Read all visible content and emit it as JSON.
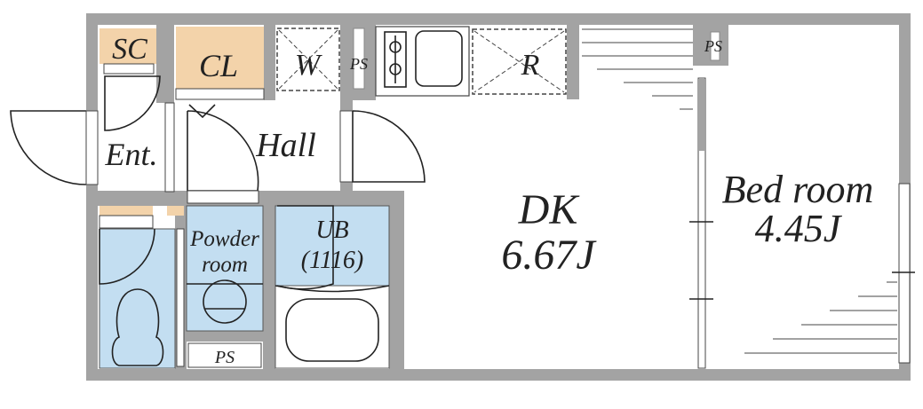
{
  "plan": {
    "rooms": {
      "sc": "SC",
      "cl": "CL",
      "w": "W",
      "ps_top": "PS",
      "r": "R",
      "entrance": "Ent.",
      "hall": "Hall",
      "dk_name": "DK",
      "dk_size": "6.67J",
      "bed_name": "Bed room",
      "bed_size": "4.45J",
      "powder_1": "Powder",
      "powder_2": "room",
      "ub_name": "UB",
      "ub_size": "(1116)",
      "ps_bottom": "PS",
      "ps_bed": "PS"
    },
    "colors": {
      "wall": "#a3a3a3",
      "storage": "#f3d3aa",
      "wet_area": "#c3def1"
    }
  }
}
